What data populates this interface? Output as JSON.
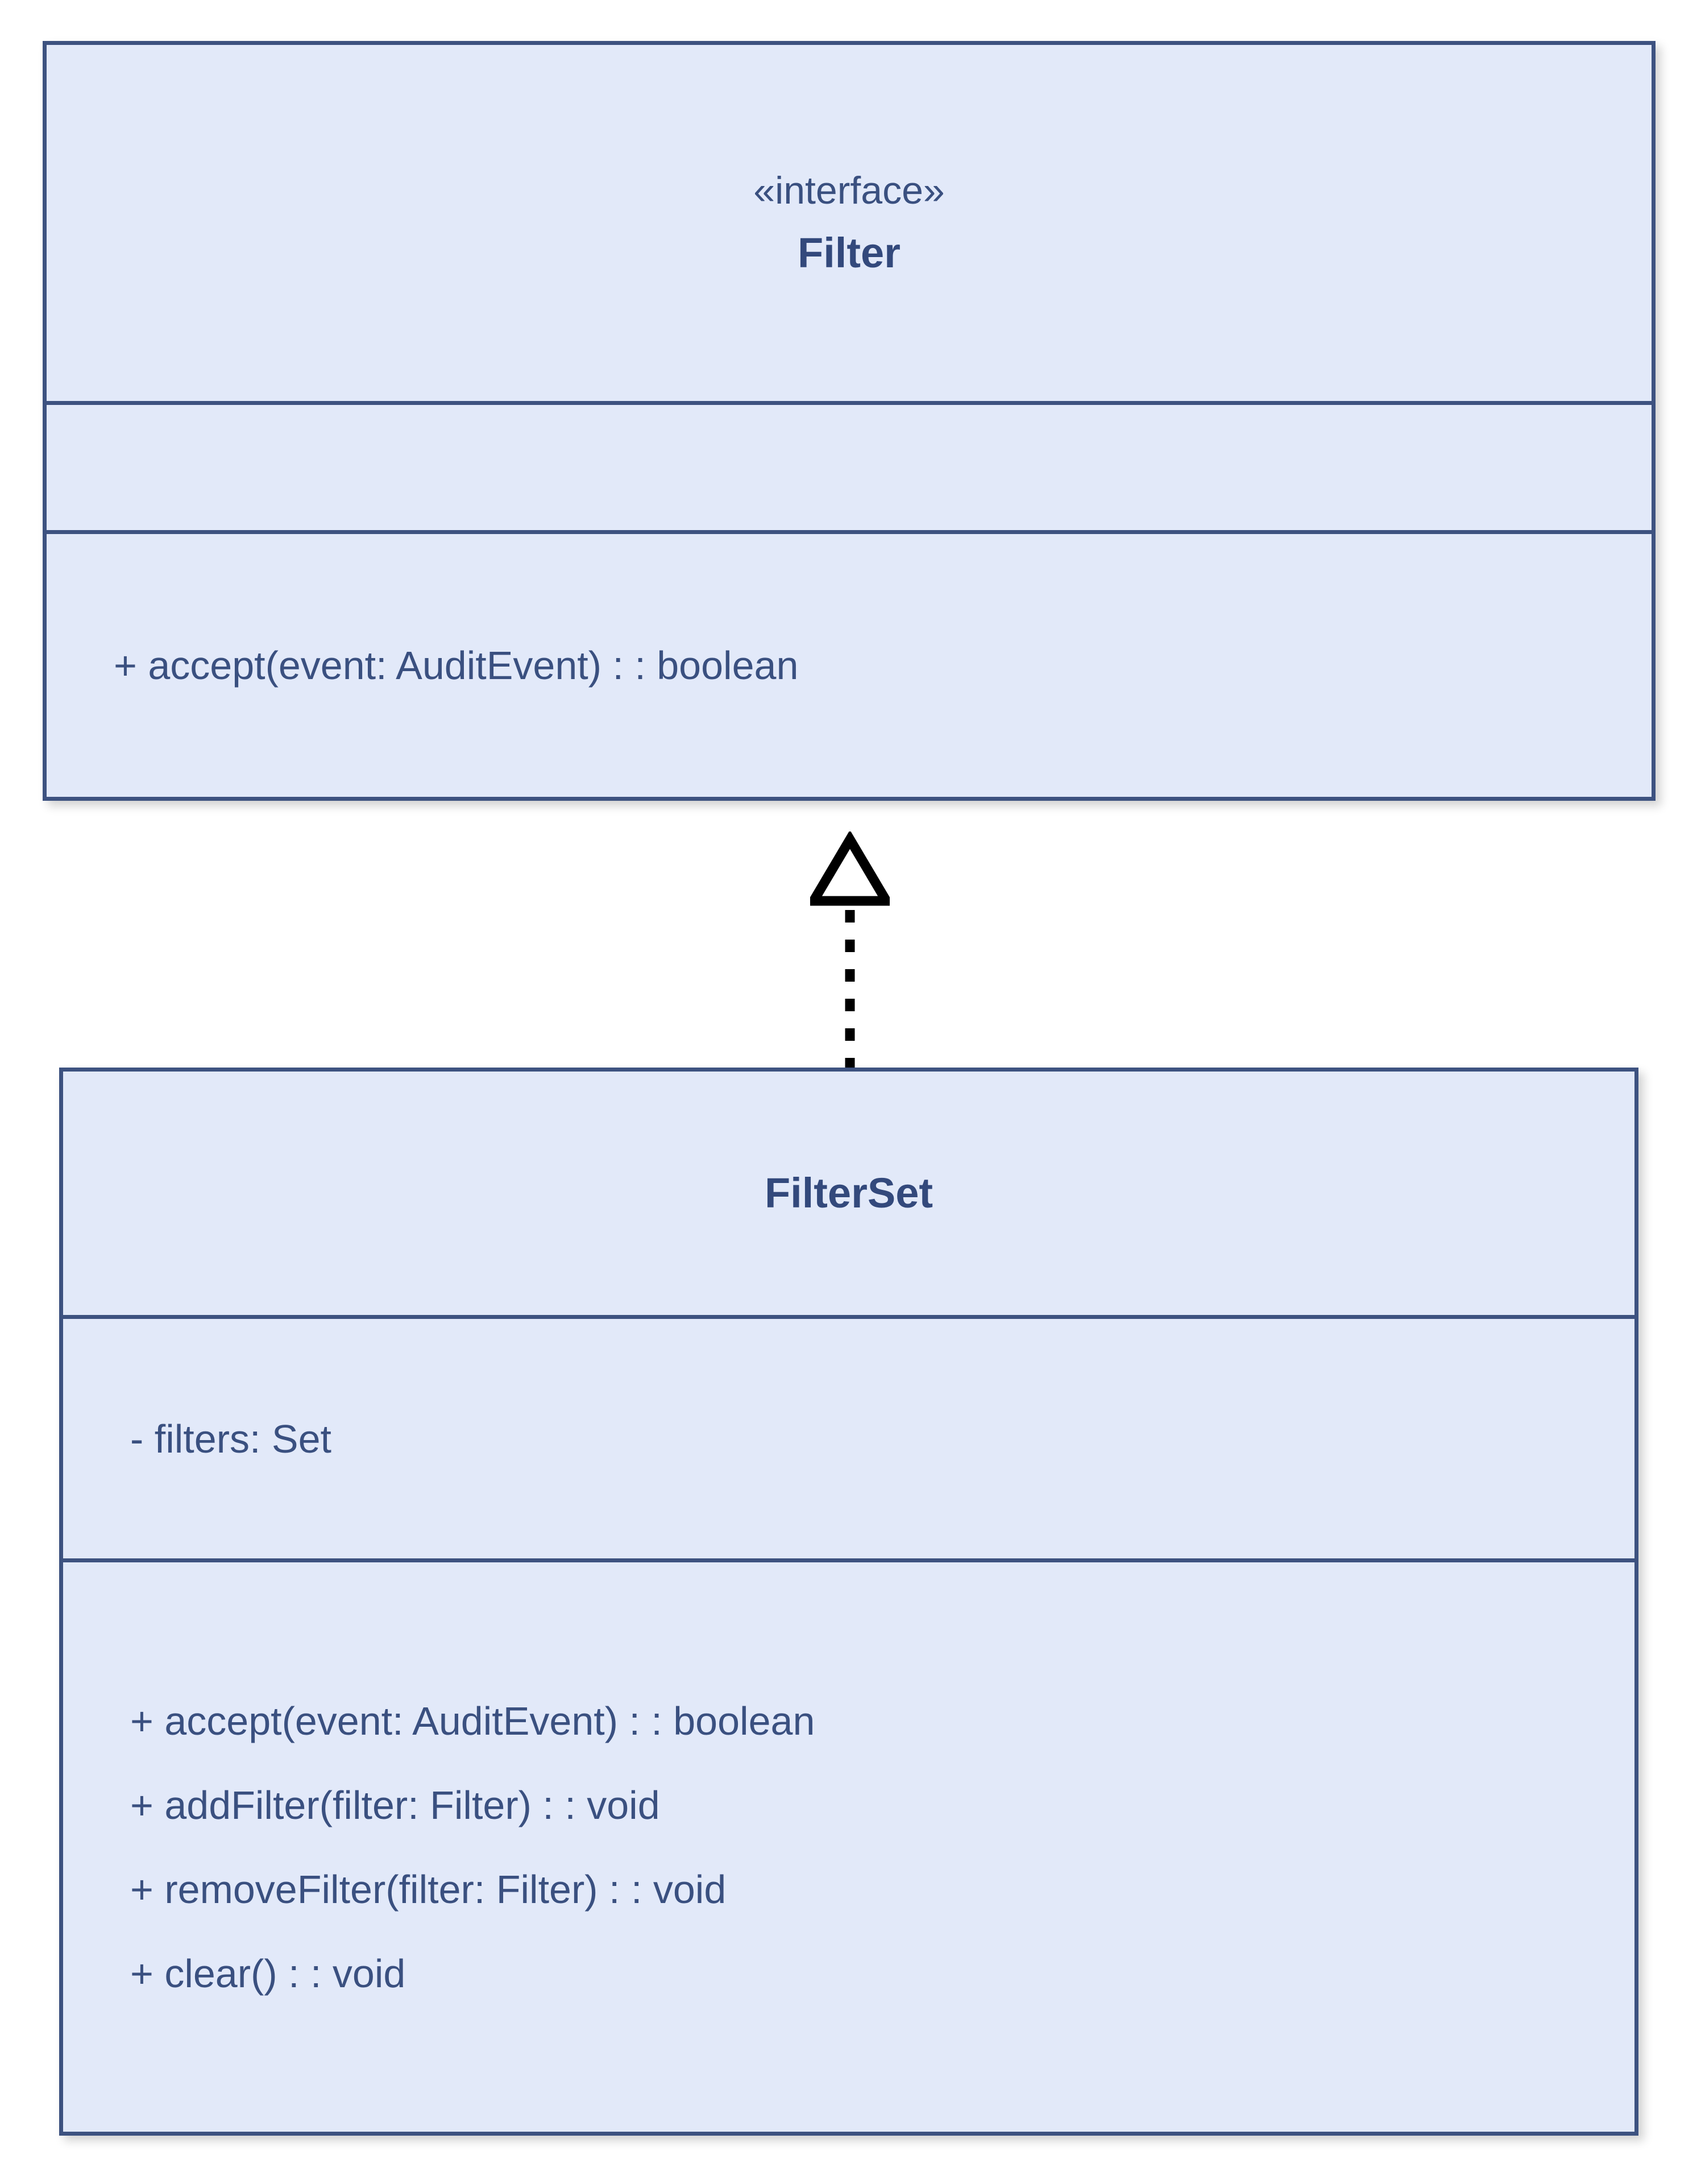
{
  "diagram": {
    "type": "uml-class-diagram",
    "background_color": "#ffffff",
    "class_fill_color": "#e2e9f9",
    "class_border_color": "#3d5280",
    "text_color": "#3a5080",
    "relationship_color": "#000000"
  },
  "classes": [
    {
      "id": "filter",
      "stereotype": "«interface»",
      "name": "Filter",
      "attributes": [],
      "methods": [
        "+ accept(event: AuditEvent) : : boolean"
      ]
    },
    {
      "id": "filterset",
      "stereotype": "",
      "name": "FilterSet",
      "attributes": [
        "- filters: Set"
      ],
      "methods": [
        "+ accept(event: AuditEvent) : : boolean",
        "+ addFilter(filter: Filter) : : void",
        "+ removeFilter(filter: Filter) : : void",
        "+ clear() : : void"
      ]
    }
  ],
  "relationships": [
    {
      "kind": "realization",
      "from": "filterset",
      "to": "filter",
      "line_style": "dashed",
      "arrow_head": "hollow-triangle",
      "label": ""
    }
  ]
}
